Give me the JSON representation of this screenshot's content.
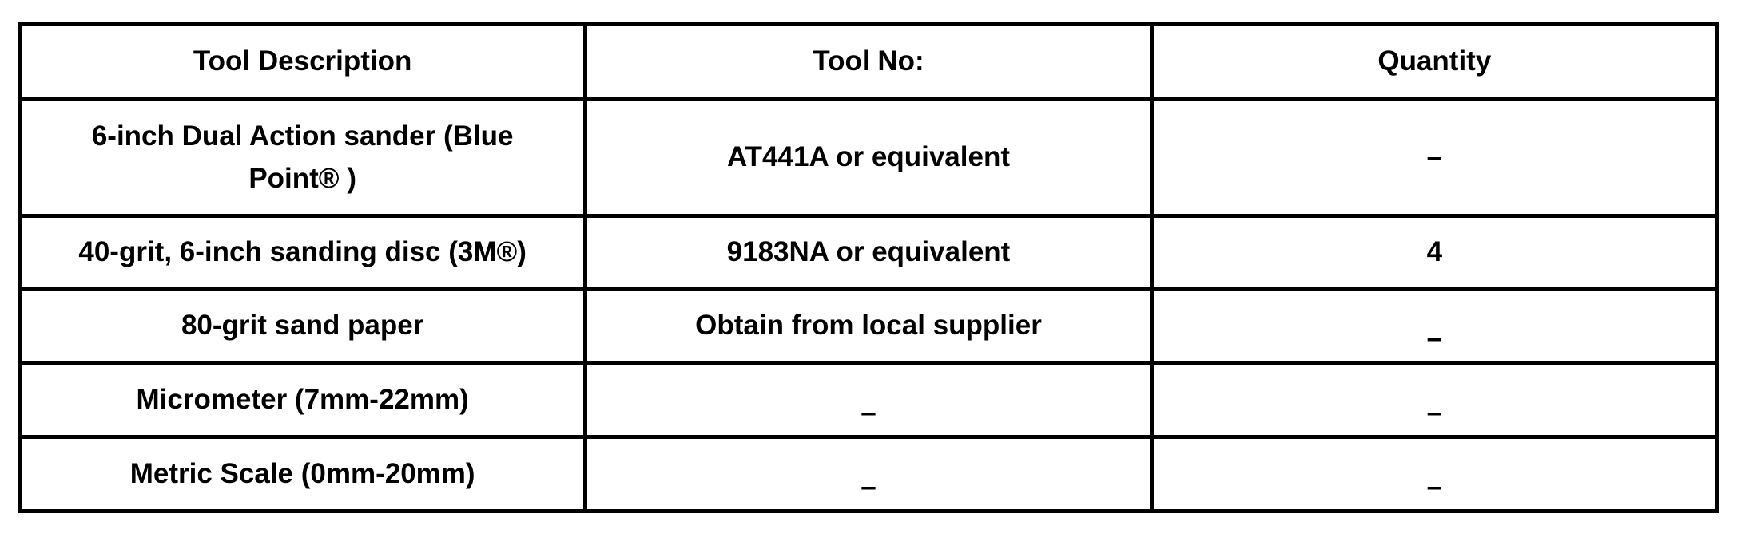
{
  "colors": {
    "page_background": "#ffffff",
    "border": "#000000",
    "text": "#000000"
  },
  "table": {
    "columns": [
      {
        "label": "Tool Description"
      },
      {
        "label": "Tool No:"
      },
      {
        "label": "Quantity"
      }
    ],
    "rows": [
      {
        "description": "6-inch Dual Action sander (Blue\nPoint® )",
        "tool_no": "AT441A or equivalent",
        "quantity": "–"
      },
      {
        "description": "40-grit, 6-inch sanding disc (3M®)",
        "tool_no": "9183NA or equivalent",
        "quantity": "4"
      },
      {
        "description": "80-grit sand paper",
        "tool_no": "Obtain from local supplier",
        "quantity": "–"
      },
      {
        "description": "Micrometer (7mm-22mm)",
        "tool_no": "–",
        "quantity": "–"
      },
      {
        "description": "Metric Scale (0mm-20mm)",
        "tool_no": "–",
        "quantity": "–"
      }
    ]
  }
}
